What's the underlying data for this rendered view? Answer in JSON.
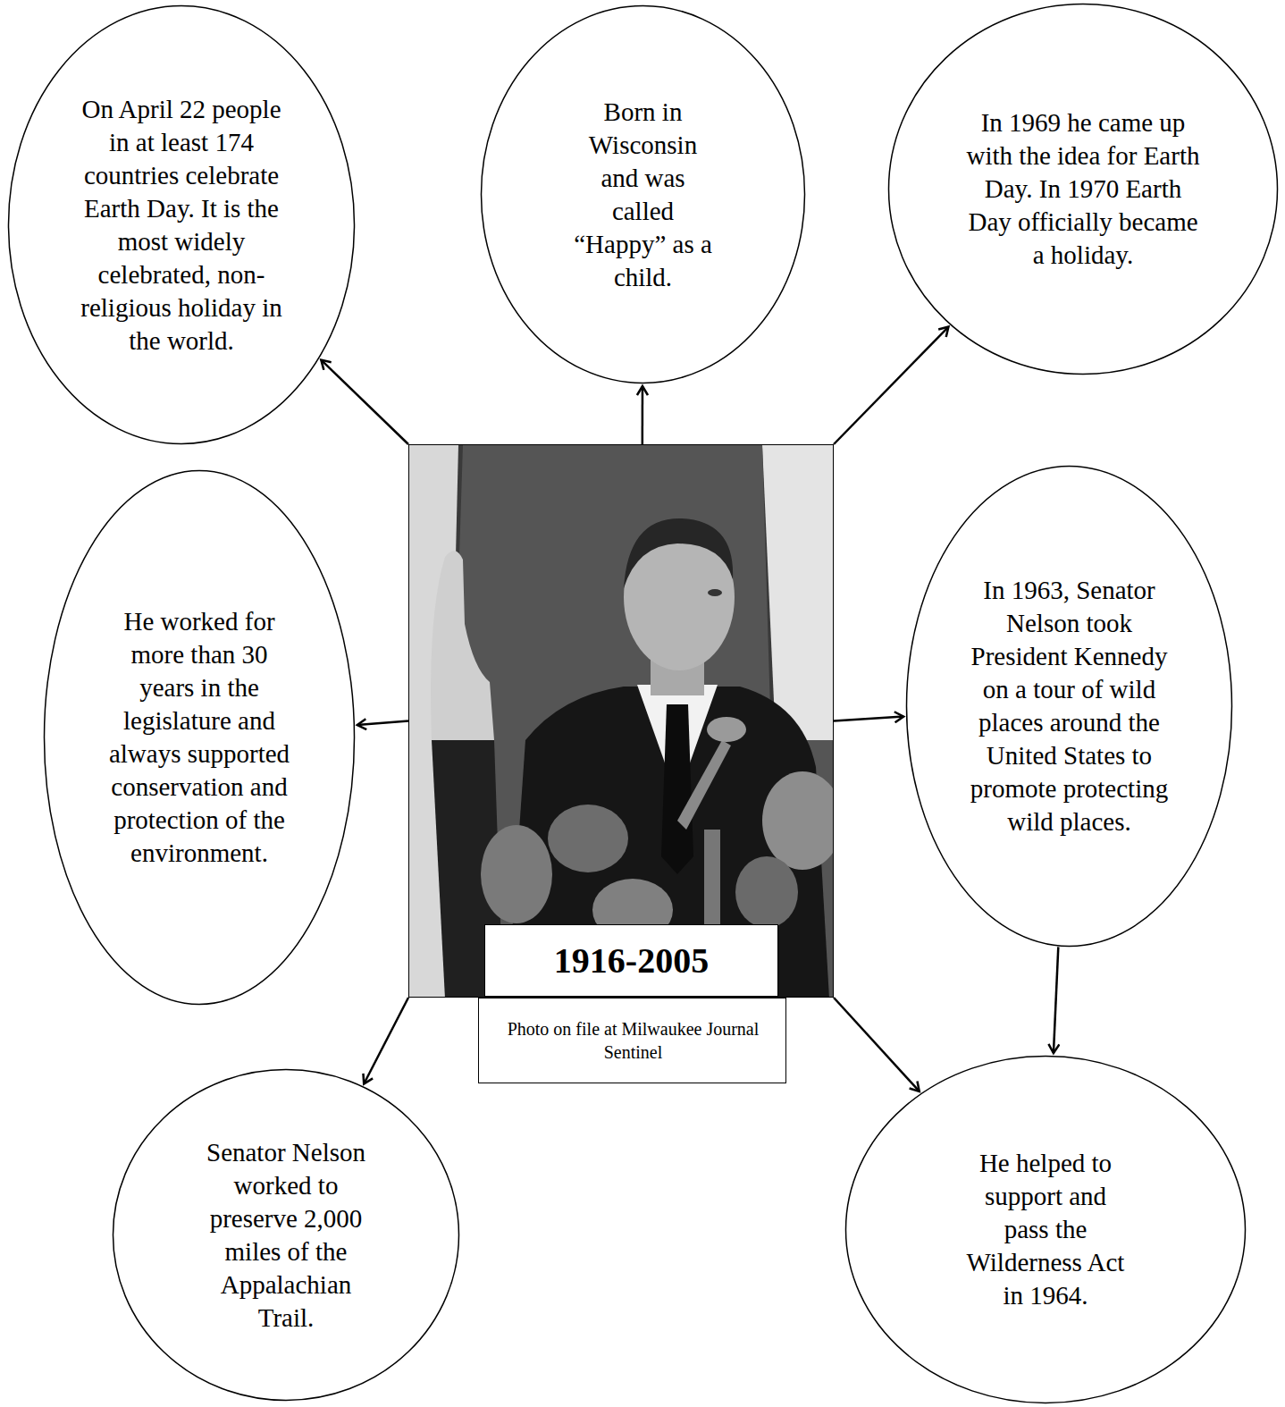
{
  "diagram": {
    "nodes": [
      {
        "text": [
          "On April 22 people in at least 174 countries celebrate Earth Day. It is the most widely celebrated, non-religious holiday in the world."
        ]
      },
      {
        "text": [
          "Born in Wisconsin and was called “Happy” as a child."
        ]
      },
      {
        "text": [
          "In 1969 he came up with the idea for Earth Day. In 1970 Earth Day officially became a holiday."
        ]
      },
      {
        "text": [
          "1916-2005"
        ]
      },
      {
        "text": [
          "He worked for more than 30 years in the legislature and always supported conservation and protection of the environment."
        ]
      },
      {
        "text": [
          "In 1963, Senator Nelson took President Kennedy on a tour of wild places around the United States to promote protecting wild places."
        ]
      },
      {
        "text": [
          "Photo on file at Milwaukee Journal Sentinel"
        ]
      },
      {
        "text": [
          "Senator Nelson worked to preserve 2,000 miles of the Appalachian Trail."
        ]
      },
      {
        "text": [
          "He helped to support and pass the Wilderness Act in 1964."
        ]
      }
    ],
    "edges": [
      {
        "from": 3,
        "to": 0,
        "arrow": "to"
      },
      {
        "from": 3,
        "to": 1,
        "arrow": "to"
      },
      {
        "from": 3,
        "to": 2,
        "arrow": "to"
      },
      {
        "from": 3,
        "to": 4,
        "arrow": "to"
      },
      {
        "from": 3,
        "to": 5,
        "arrow": "to"
      },
      {
        "from": 3,
        "to": 7,
        "arrow": "to"
      },
      {
        "from": 3,
        "to": 8,
        "arrow": "to"
      },
      {
        "from": 5,
        "to": 8,
        "arrow": "to"
      }
    ]
  }
}
